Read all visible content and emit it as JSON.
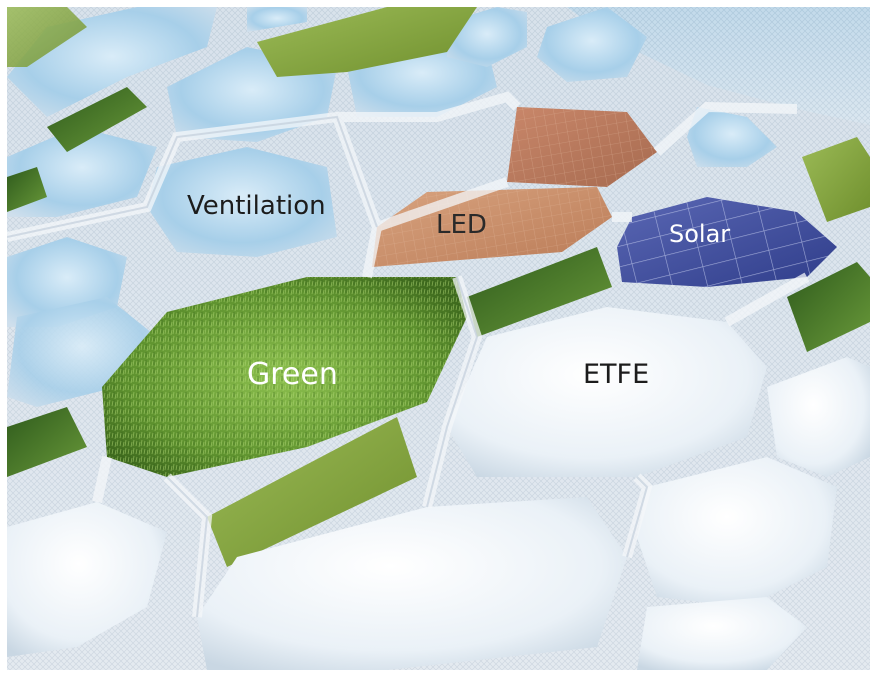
{
  "labels": {
    "ventilation": "Ventilation",
    "led": "LED",
    "solar": "Solar",
    "green": "Green",
    "etfe": "ETFE"
  },
  "colors": {
    "frame": "#dfe5ec",
    "sky": "#a9d1ea",
    "green_roof": "#5c8a2c",
    "led_panel": "#c58a62",
    "solar_panel": "#3e4f9e",
    "etfe_cushion": "#eef3f8"
  }
}
